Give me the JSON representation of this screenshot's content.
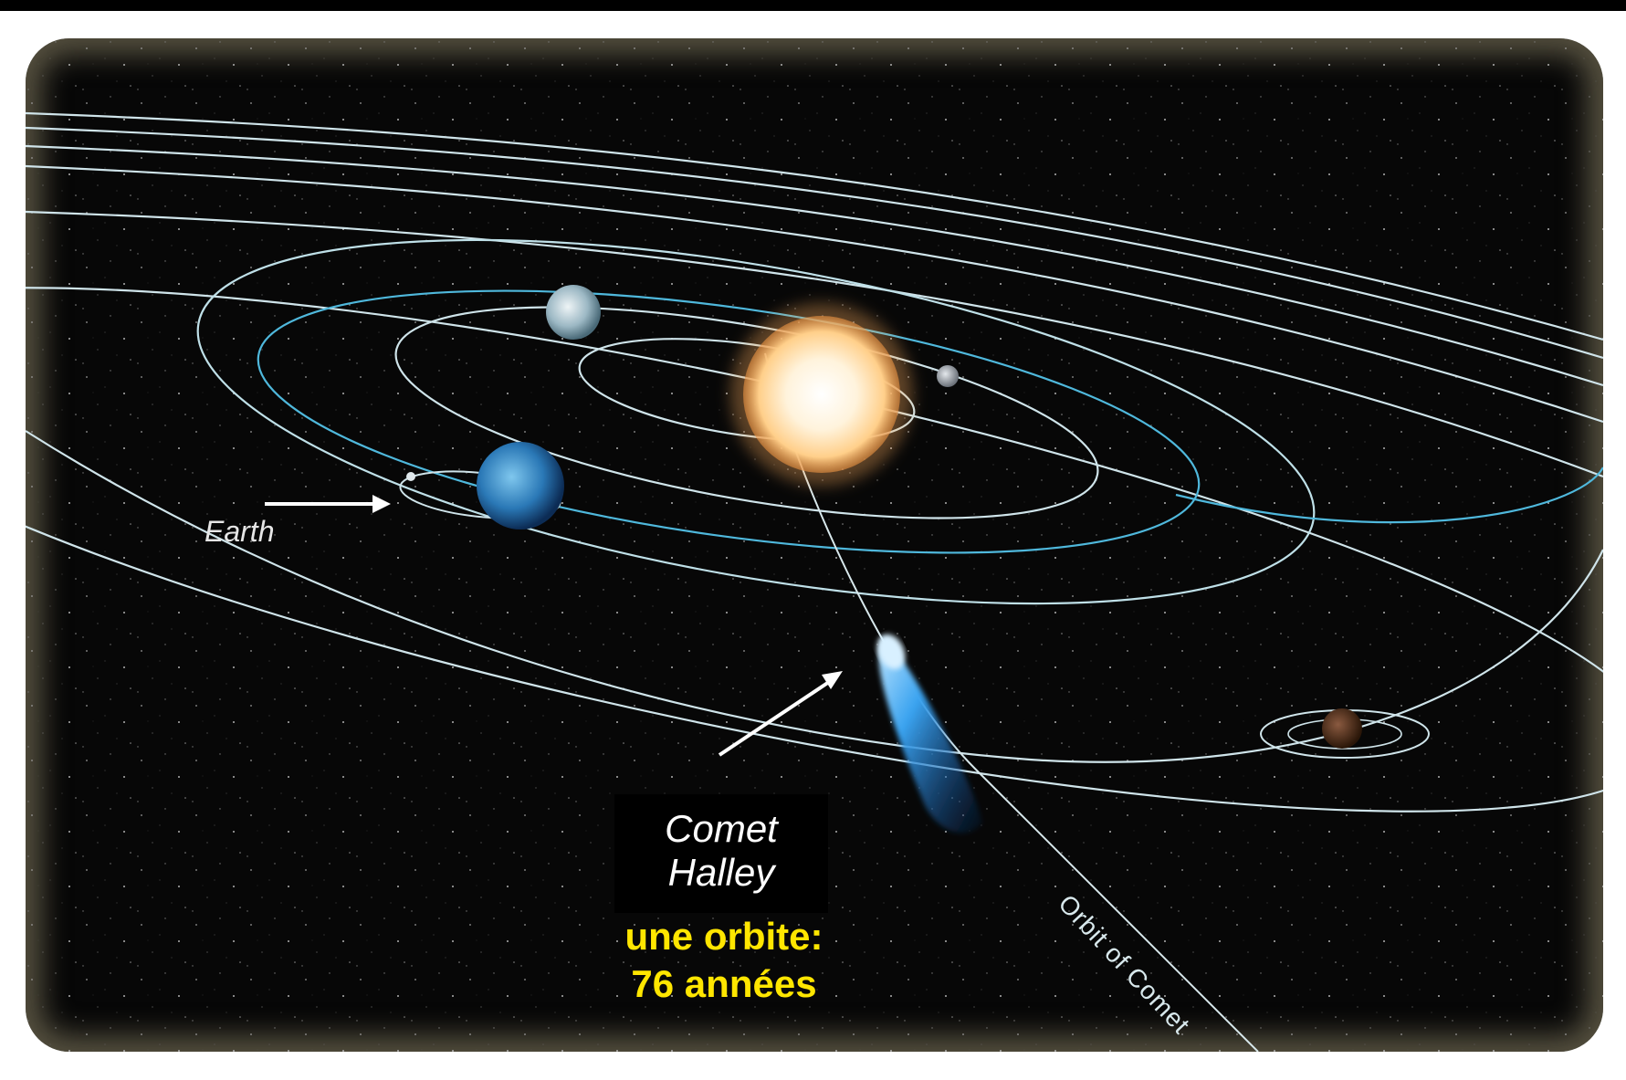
{
  "labels": {
    "earth": "Earth",
    "comet_line1": "Comet",
    "comet_line2": "Halley",
    "orbit_time_line1": "une orbite:",
    "orbit_time_line2": "76 années",
    "orbit_of_comet": "Orbit of Comet"
  },
  "colors": {
    "background": "#070707",
    "orbit_line": "#cfe4ea",
    "orbit_line_blue": "#4fb8dc",
    "sun": "#ffe9c8",
    "comet": "#3fa9f5",
    "caption": "#ffe600"
  }
}
